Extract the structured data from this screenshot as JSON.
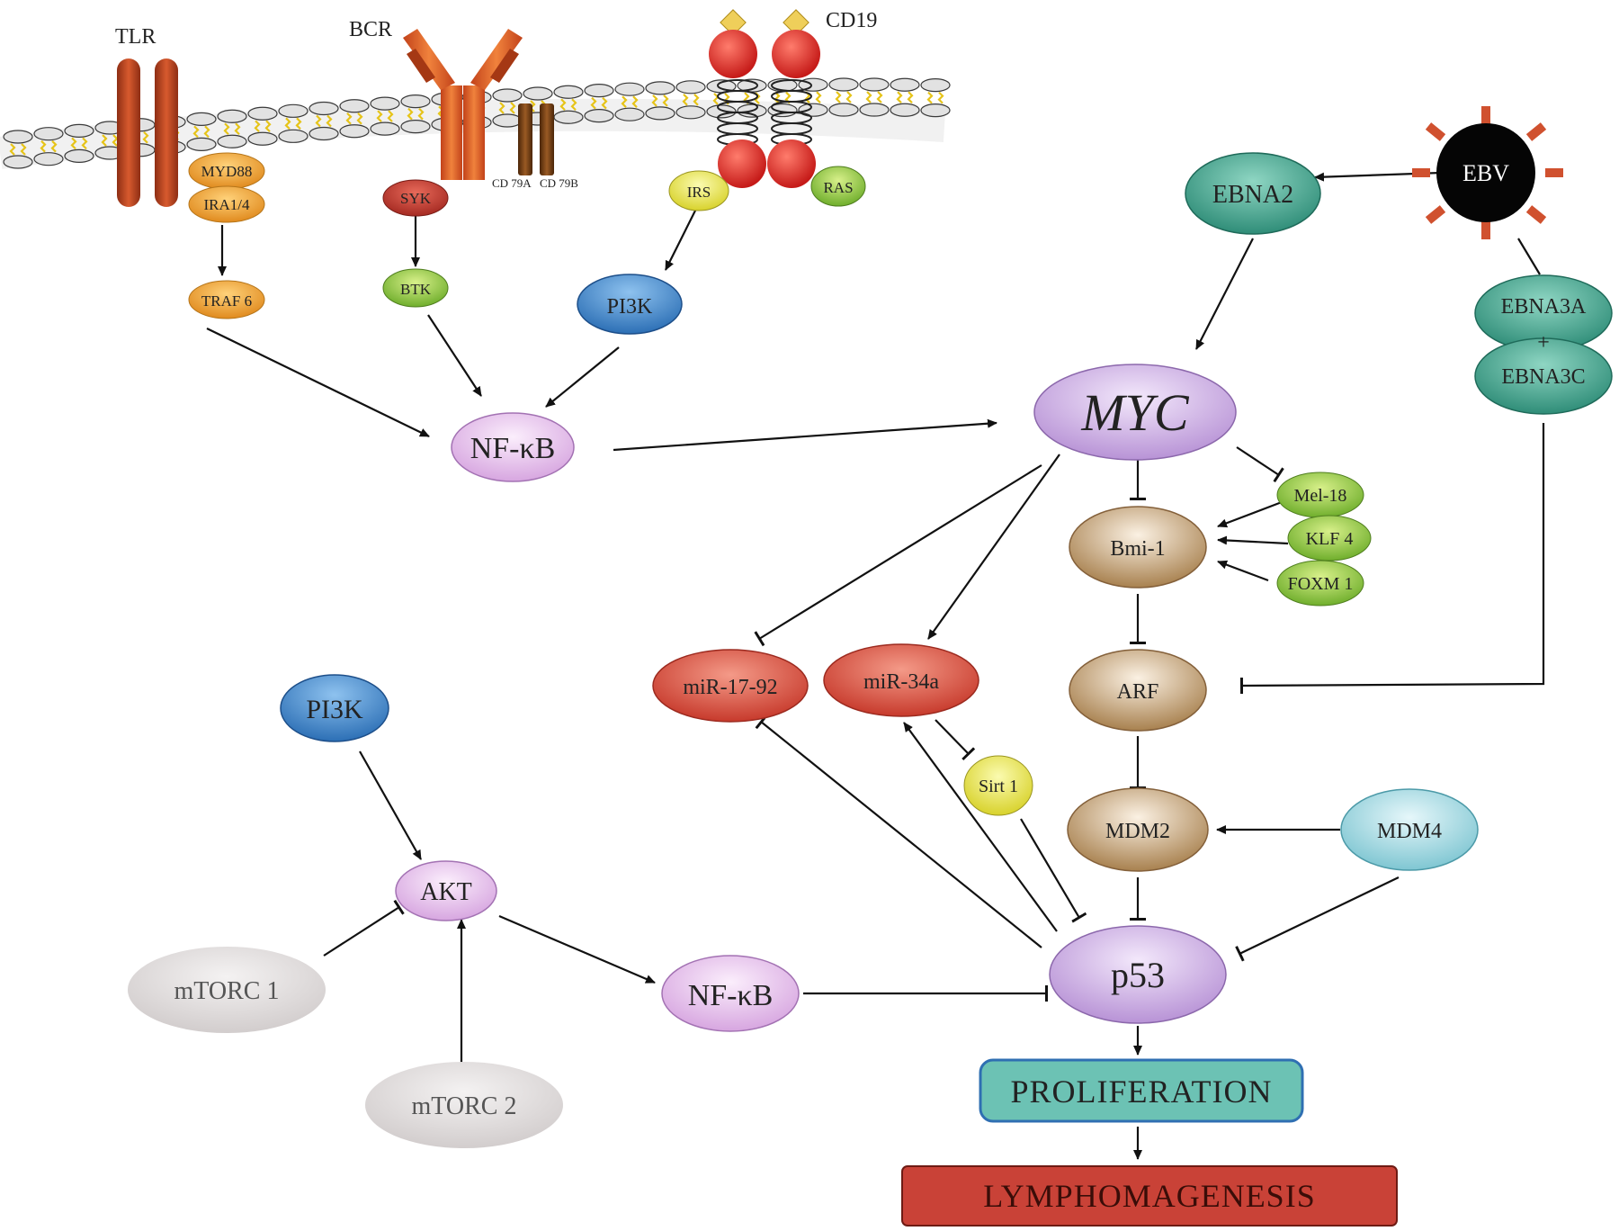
{
  "receptors": {
    "tlr": "TLR",
    "bcr": "BCR",
    "cd19": "CD19",
    "cd79a": "CD 79A",
    "cd79b": "CD 79B"
  },
  "nodes": {
    "myd88": "MYD88",
    "ira14": "IRA1/4",
    "syk": "SYK",
    "irs": "IRS",
    "ras": "RAS",
    "traf6": "TRAF 6",
    "btk": "BTK",
    "pi3k_top": "PI3K",
    "nfkb_top": "NF-κB",
    "ebv": "EBV",
    "ebna2": "EBNA2",
    "ebna3a": "EBNA3A",
    "ebna_plus": "+",
    "ebna3c": "EBNA3C",
    "myc": "MYC",
    "mel18": "Mel-18",
    "bmi1": "Bmi-1",
    "klf4": "KLF 4",
    "foxm1": "FOXM 1",
    "mir1792": "miR-17-92",
    "mir34a": "miR-34a",
    "arf": "ARF",
    "sirt1": "Sirt 1",
    "mdm2": "MDM2",
    "mdm4": "MDM4",
    "pi3k_bottom": "PI3K",
    "akt": "AKT",
    "mtorc1": "mTORC 1",
    "mtorc2": "mTORC 2",
    "nfkb_bottom": "NF-κB",
    "p53": "p53",
    "proliferation": "PROLIFERATION",
    "lymphomagenesis": "LYMPHOMAGENESIS"
  },
  "colors": {
    "orange": "#f0a23a",
    "green": "#8cc43e",
    "dark_red": "#b8322a",
    "yellow": "#e8e84a",
    "blue": "#3f86c9",
    "purple": "#c9a8e0",
    "teal": "#3e9e88",
    "tan": "#b38d63",
    "red": "#d7473a",
    "cyan": "#8fd2dc",
    "grey": "#dcd8d8",
    "proliferation_fill": "#6cc2b4",
    "lymphomagenesis_fill": "#c94237",
    "receptor_brown": "#b2401e",
    "cd79_brown": "#6b3a12"
  }
}
